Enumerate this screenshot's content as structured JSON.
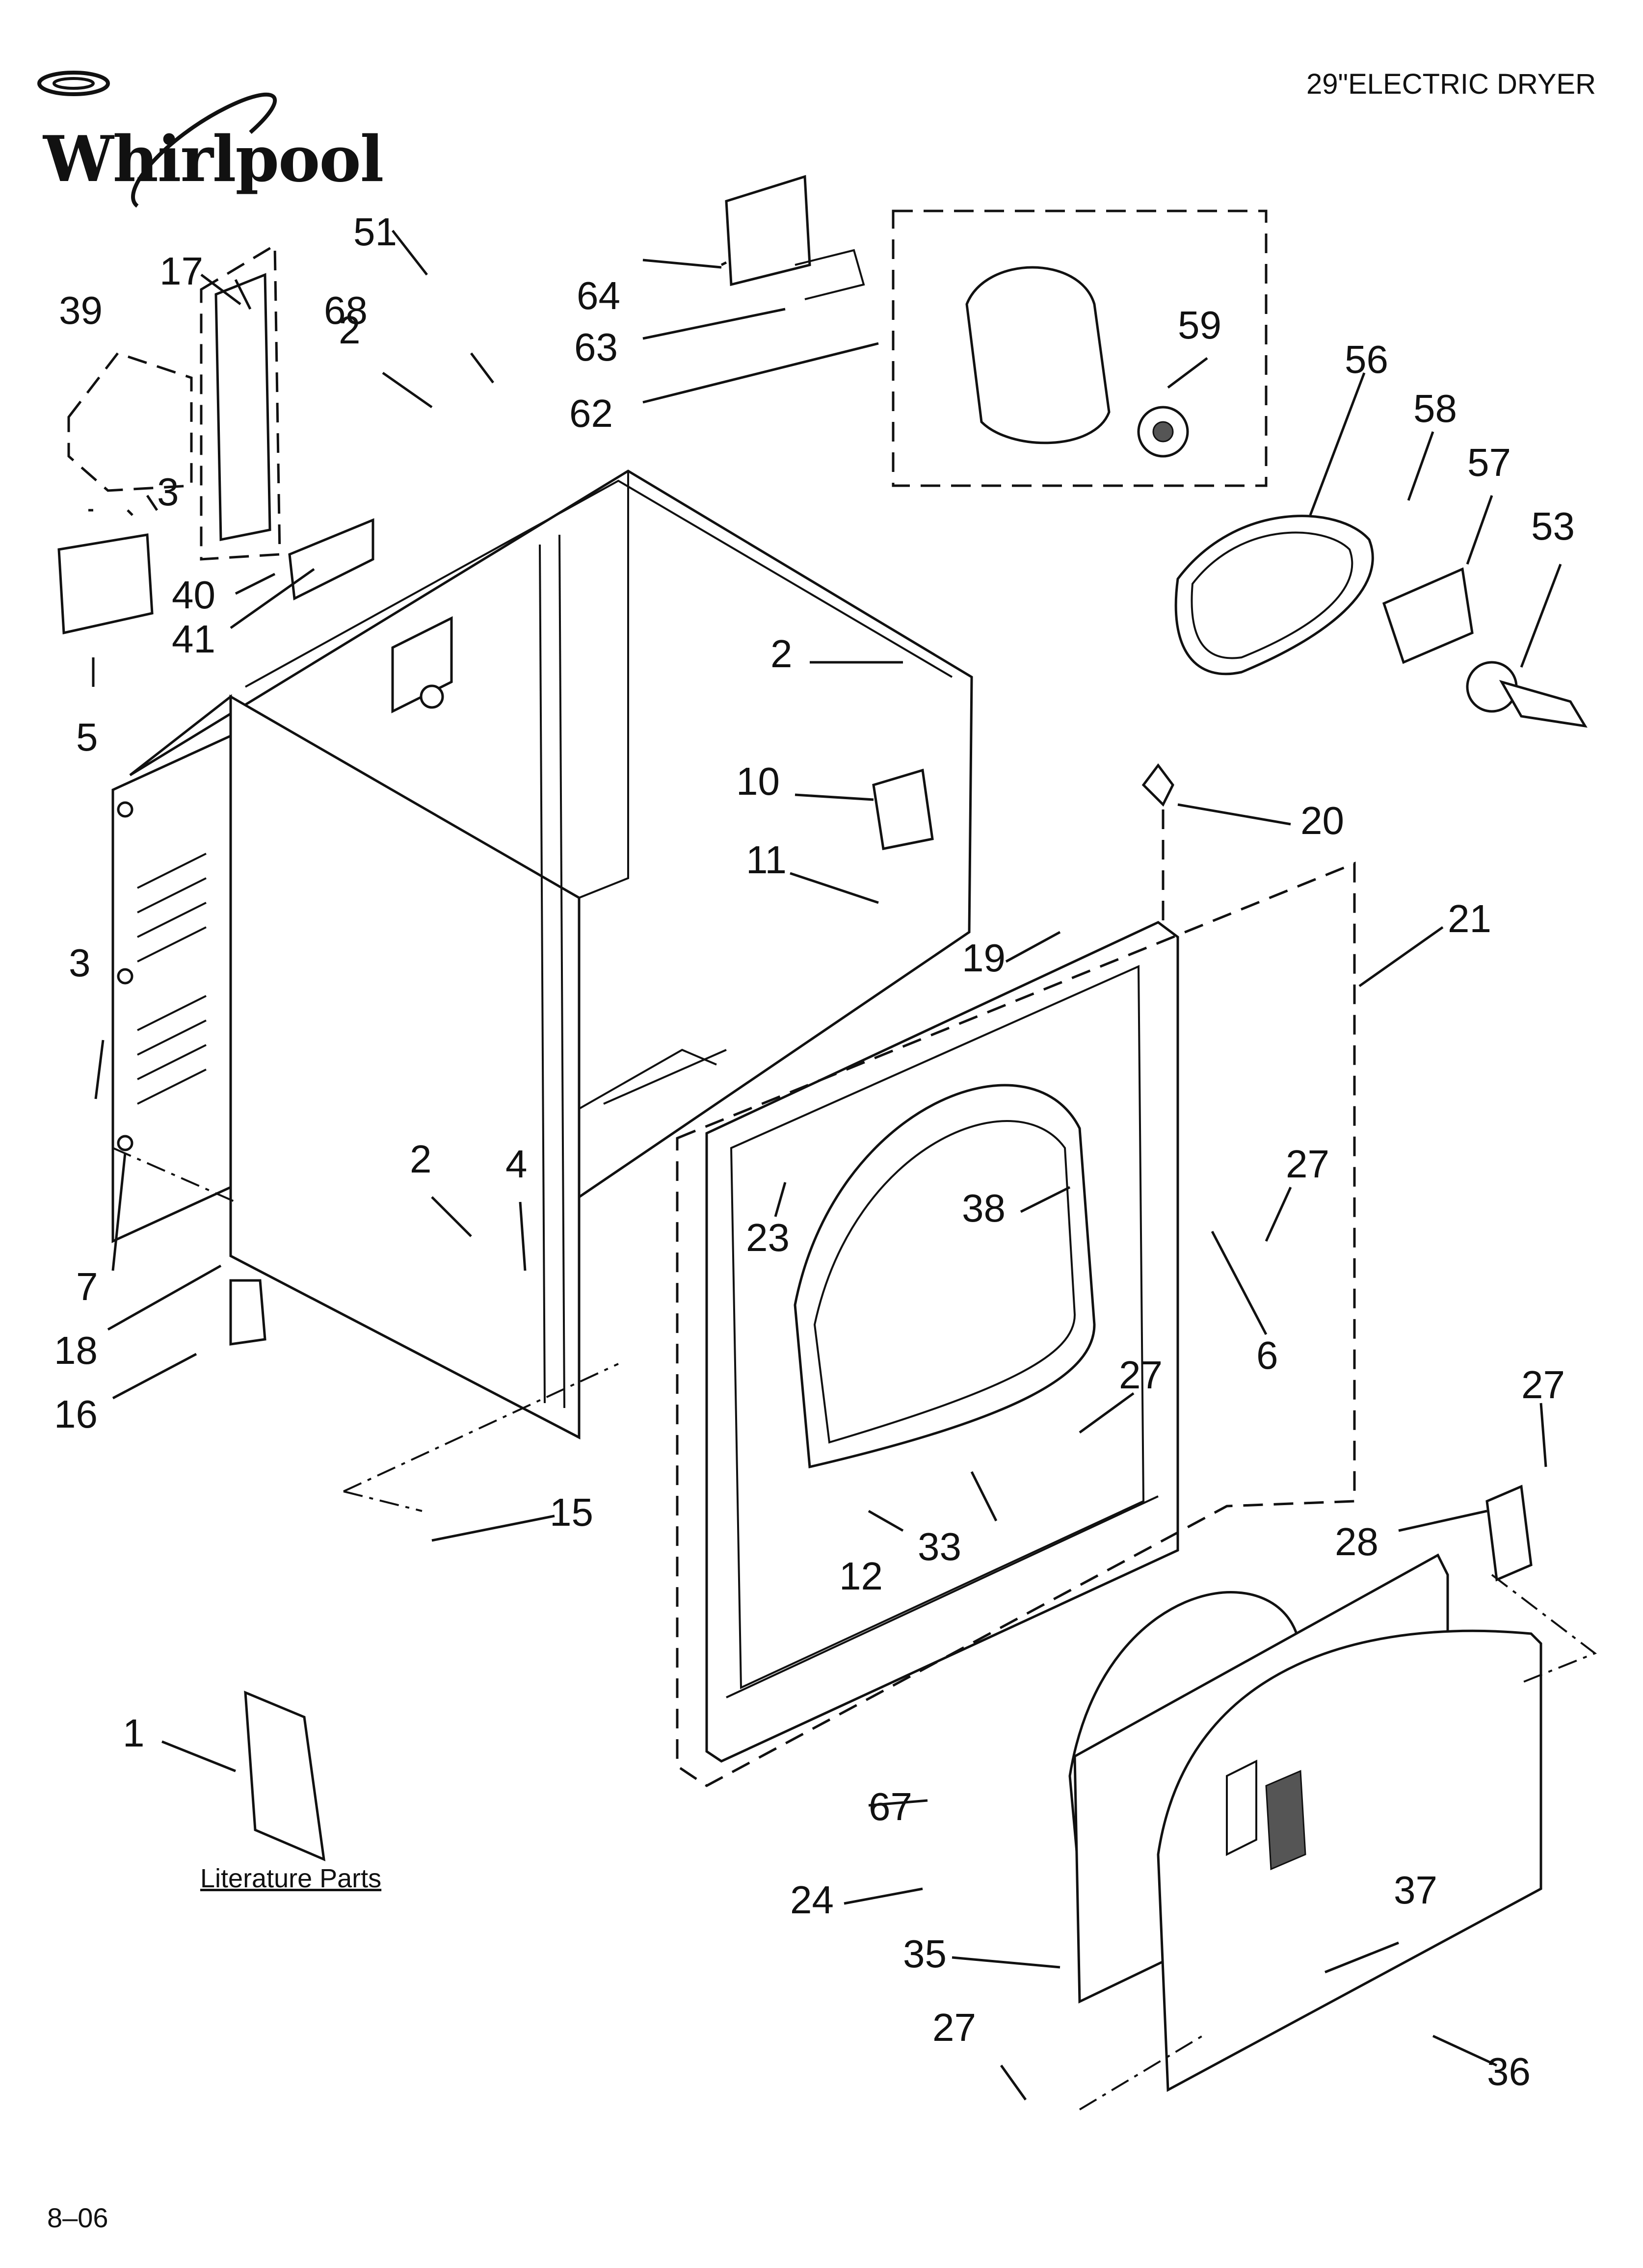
{
  "header": {
    "brand": "Whirlpool",
    "title": "29\"ELECTRIC DRYER"
  },
  "footer": {
    "page_code": "8–06"
  },
  "literature": {
    "label": "Literature Parts"
  },
  "callouts": [
    "1",
    "2",
    "3",
    "4",
    "5",
    "6",
    "7",
    "10",
    "11",
    "12",
    "15",
    "16",
    "17",
    "18",
    "19",
    "20",
    "21",
    "23",
    "24",
    "27",
    "28",
    "33",
    "35",
    "36",
    "37",
    "38",
    "39",
    "40",
    "41",
    "51",
    "53",
    "56",
    "57",
    "58",
    "59",
    "62",
    "63",
    "64",
    "67",
    "68"
  ],
  "colors": {
    "line": "#111111",
    "background": "#ffffff"
  }
}
